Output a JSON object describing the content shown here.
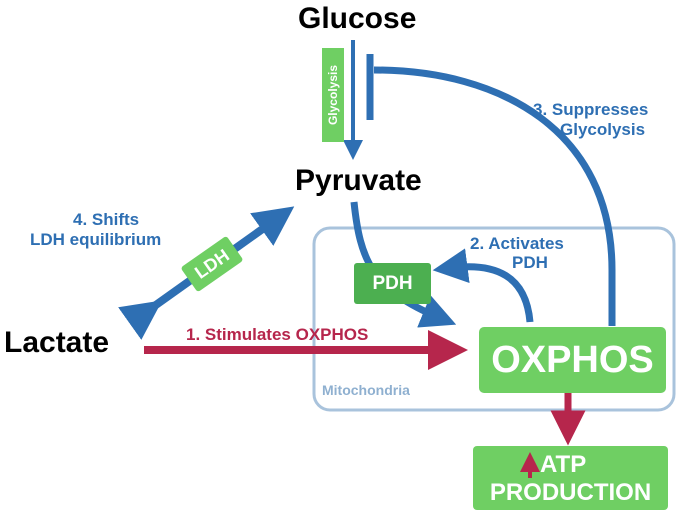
{
  "nodes": {
    "glucose": "Glucose",
    "pyruvate": "Pyruvate",
    "lactate": "Lactate"
  },
  "boxes": {
    "glycolysis": "Glycolysis",
    "ldh": "LDH",
    "pdh": "PDH",
    "oxphos": "OXPHOS",
    "atp_line1": "ATP",
    "atp_line2": "PRODUCTION"
  },
  "region": {
    "mitochondria": "Mitochondria"
  },
  "annotations": {
    "stimulates_oxphos": "1. Stimulates OXPHOS",
    "activates_pdh_line1": "2. Activates",
    "activates_pdh_line2": "PDH",
    "suppresses_glycolysis_line1": "3. Suppresses",
    "suppresses_glycolysis_line2": "Glycolysis",
    "shifts_ldh_line1": "4. Shifts",
    "shifts_ldh_line2": "LDH equilibrium"
  },
  "colors": {
    "blue": "#2e6fb3",
    "green": "#6fcf63",
    "green_dark": "#4caf50",
    "crimson": "#b6264c",
    "mito_border": "#a9c3dc",
    "mito_text": "#8fb0d0"
  }
}
